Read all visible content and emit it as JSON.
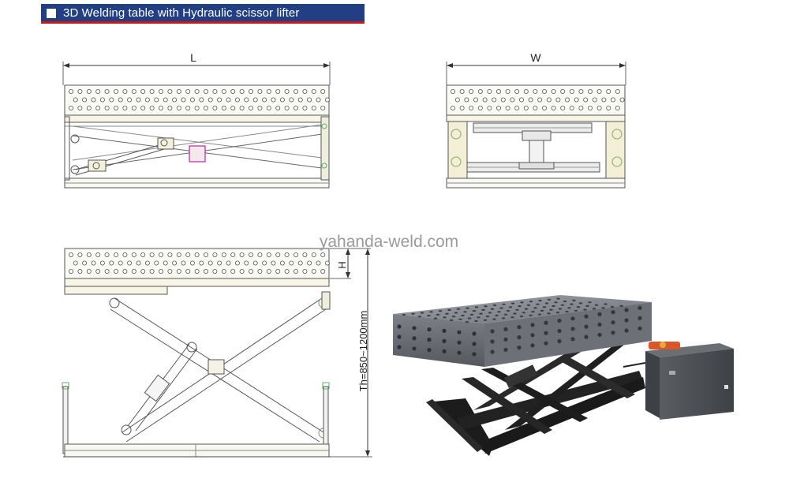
{
  "header": {
    "title": "3D Welding table with Hydraulic scissor lifter"
  },
  "dimensions": {
    "length": "L",
    "width": "W",
    "height": "H",
    "total_height": "Th=850~1200mm"
  },
  "watermark": "yahanda-weld.com",
  "colors": {
    "header_bar": "#233f84",
    "header_underline": "#c81a1a",
    "line": "#555555",
    "steel": "#6a6d72",
    "frame": "#1c1c1c"
  }
}
